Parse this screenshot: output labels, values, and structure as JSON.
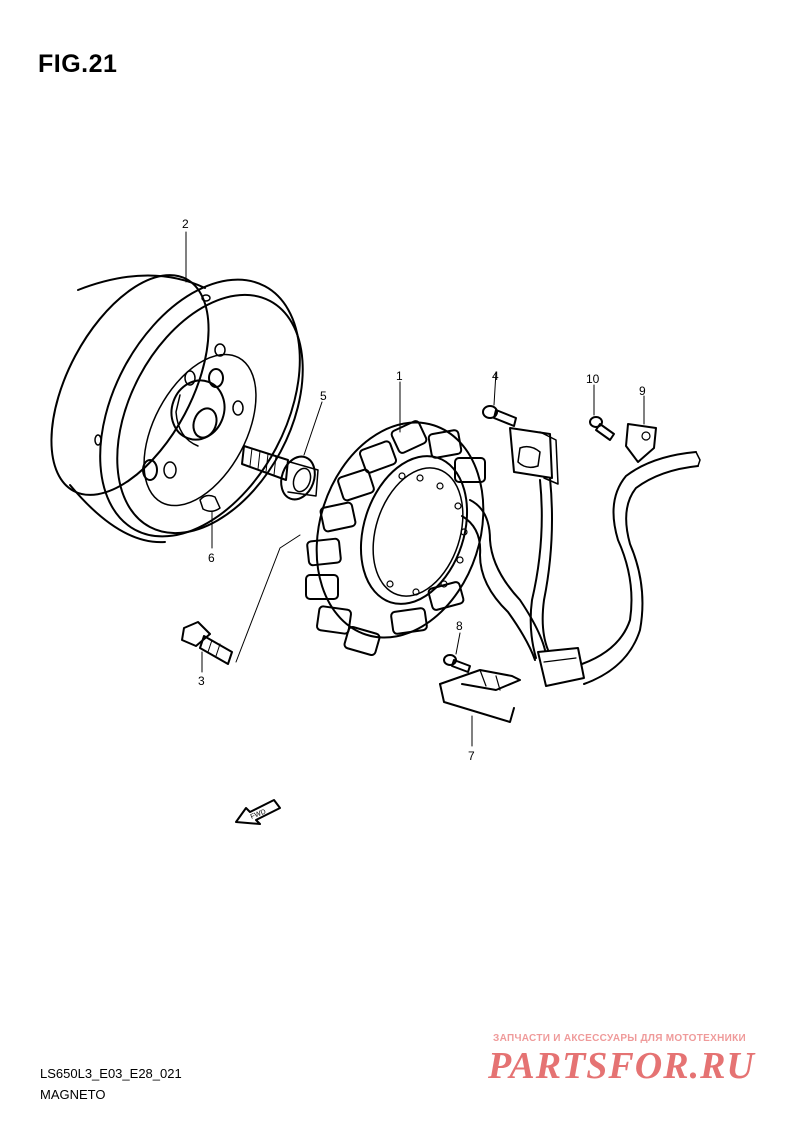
{
  "figure": {
    "title": "FIG.21"
  },
  "callouts": [
    {
      "id": "1",
      "label": "1"
    },
    {
      "id": "2",
      "label": "2"
    },
    {
      "id": "3",
      "label": "3"
    },
    {
      "id": "4",
      "label": "4"
    },
    {
      "id": "5",
      "label": "5"
    },
    {
      "id": "6",
      "label": "6"
    },
    {
      "id": "7",
      "label": "7"
    },
    {
      "id": "8",
      "label": "8"
    },
    {
      "id": "9",
      "label": "9"
    },
    {
      "id": "10",
      "label": "10"
    }
  ],
  "direction_arrow": {
    "label": "FWD"
  },
  "footer": {
    "code": "LS650L3_E03_E28_021",
    "caption": "MAGNETO"
  },
  "watermark": {
    "tagline": "ЗАПЧАСТИ И АКСЕССУАРЫ ДЛЯ МОТОТЕХНИКИ",
    "logo": "PARTSFOR.RU",
    "color": "#e57373"
  }
}
